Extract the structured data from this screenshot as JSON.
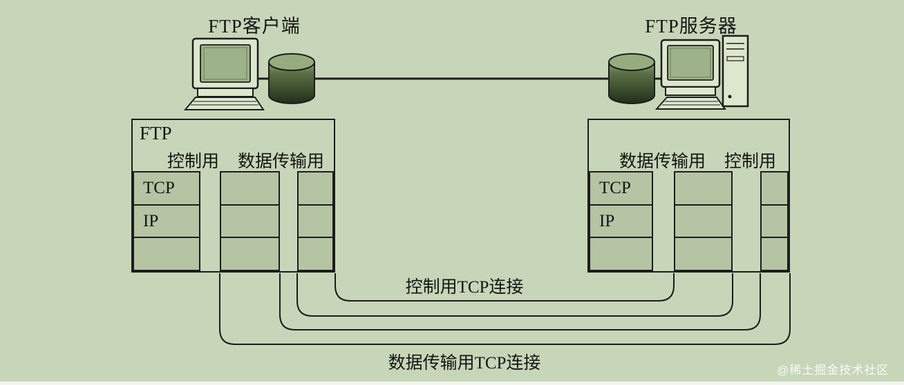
{
  "diagram": {
    "client": {
      "title": "FTP客户端",
      "app_label": "FTP",
      "columns": [
        "控制用",
        "数据传输用"
      ],
      "layers": [
        "TCP",
        "IP"
      ]
    },
    "server": {
      "title": "FTP服务器",
      "columns": [
        "数据传输用",
        "控制用"
      ],
      "layers": [
        "TCP",
        "IP"
      ]
    },
    "connections": {
      "control_label": "控制用TCP连接",
      "data_label": "数据传输用TCP连接"
    },
    "watermark": "@稀土掘金技术社区",
    "colors": {
      "background": "#c7d6b8",
      "cell": "#b5c4a3",
      "line": "#1c1c1c",
      "screen": "#9eb289",
      "casing": "#dde7cd"
    }
  }
}
